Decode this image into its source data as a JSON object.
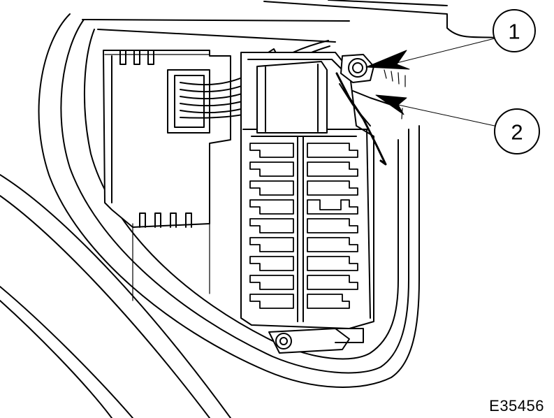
{
  "callouts": [
    {
      "label": "1"
    },
    {
      "label": "2"
    }
  ],
  "figure_id": "E35456"
}
